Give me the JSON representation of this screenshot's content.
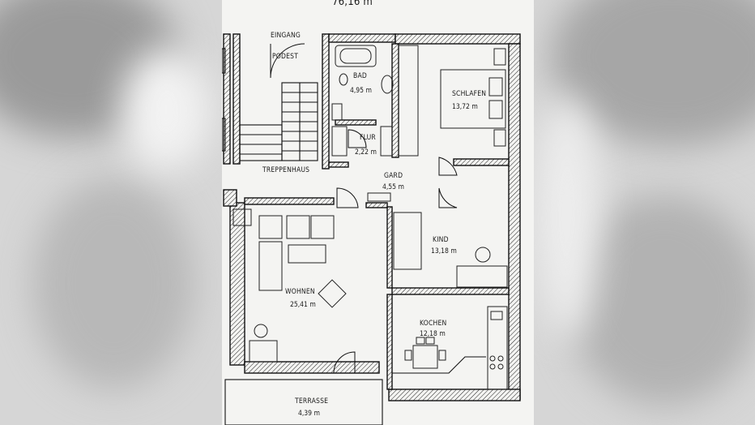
{
  "plan": {
    "header_fragment": "76,16 m",
    "rooms": {
      "eingang": "EINGANG",
      "podest": "PODEST",
      "bad": {
        "name": "BAD",
        "area": "4,95 m"
      },
      "flur": {
        "name": "FLUR",
        "area": "2,22 m"
      },
      "schlafen": {
        "name": "SCHLAFEN",
        "area": "13,72 m"
      },
      "treppenhaus": "TREPPENHAUS",
      "gard": {
        "name": "GARD",
        "area": "4,55 m"
      },
      "kind": {
        "name": "KIND",
        "area": "13,18 m"
      },
      "wohnen": {
        "name": "WOHNEN",
        "area": "25,41 m"
      },
      "kochen": {
        "name": "KOCHEN",
        "area": "12,18 m"
      },
      "terrasse": {
        "name": "TERRASSE",
        "area": "4,39 m"
      }
    },
    "colors": {
      "paper": "#f4f4f2",
      "ink": "#111111",
      "background": "#d6d6d6"
    }
  }
}
